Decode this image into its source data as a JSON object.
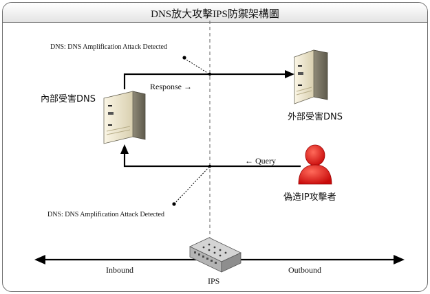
{
  "title": "DNS放大攻擊IPS防禦架構圖",
  "nodes": {
    "internal_dns": {
      "label": "內部受害DNS",
      "icon": "server-icon"
    },
    "external_dns": {
      "label": "外部受害DNS",
      "icon": "server-icon"
    },
    "attacker": {
      "label": "偽造IP攻擊者",
      "icon": "user-icon",
      "color": "#e01010"
    },
    "ips": {
      "label": "IPS",
      "icon": "ips-appliance-icon"
    }
  },
  "flows": {
    "response": "Response →",
    "query": "← Query"
  },
  "alerts": {
    "top": "DNS: DNS Amplification Attack Detected",
    "bottom": "DNS: DNS Amplification Attack Detected"
  },
  "directions": {
    "inbound": "Inbound",
    "outbound": "Outbound"
  }
}
